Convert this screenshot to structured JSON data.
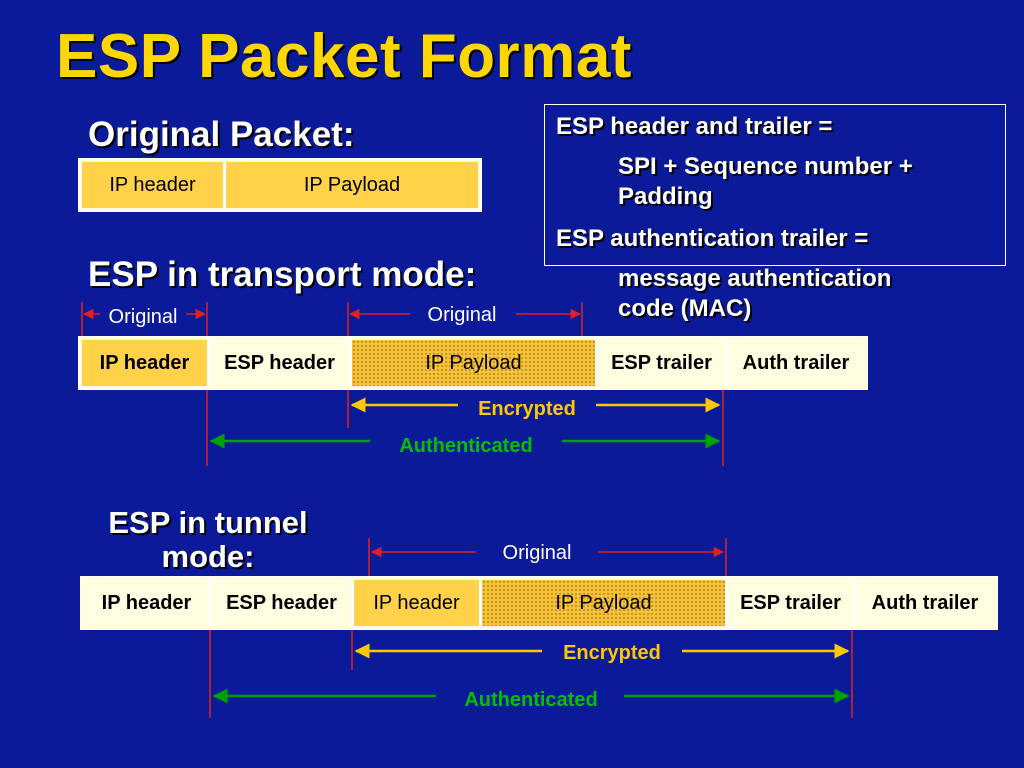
{
  "title": "ESP Packet Format",
  "info": {
    "line1": "ESP header and trailer =",
    "line2": "SPI + Sequence number +",
    "line3": "Padding",
    "line4": "ESP authentication trailer =",
    "line5": "message authentication",
    "line6": "code (MAC)"
  },
  "original_packet": {
    "heading": "Original Packet:",
    "fields": [
      "IP header",
      "IP Payload"
    ]
  },
  "transport": {
    "heading": "ESP in transport mode:",
    "fields": [
      "IP header",
      "ESP header",
      "IP Payload",
      "ESP trailer",
      "Auth trailer"
    ],
    "label_original_left": "Original",
    "label_original_right": "Original",
    "label_encrypted": "Encrypted",
    "label_authenticated": "Authenticated"
  },
  "tunnel": {
    "heading_line1": "ESP in tunnel",
    "heading_line2": "mode:",
    "fields": [
      "IP header",
      "ESP header",
      "IP header",
      "IP Payload",
      "ESP trailer",
      "Auth trailer"
    ],
    "label_original": "Original",
    "label_encrypted": "Encrypted",
    "label_authenticated": "Authenticated"
  },
  "colors": {
    "background": "#0a1a99",
    "title": "#ffd700",
    "original_arrow": "#e02020",
    "encrypted_arrow": "#ffc800",
    "authenticated_arrow": "#00a000"
  }
}
